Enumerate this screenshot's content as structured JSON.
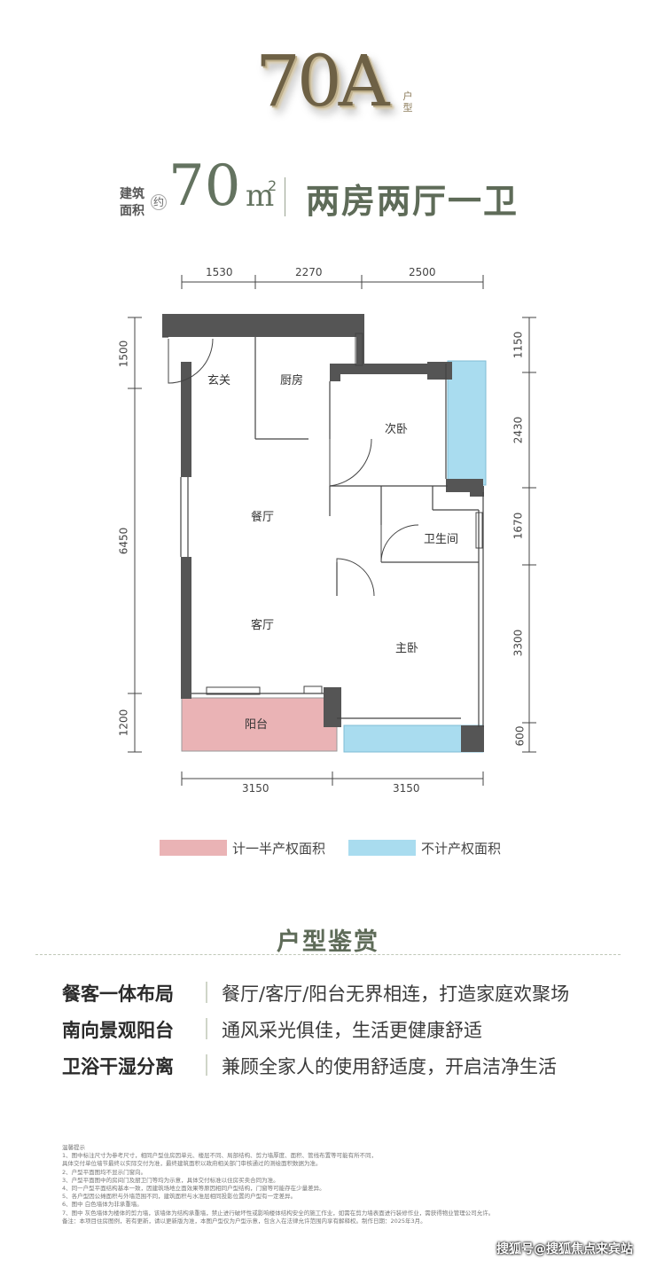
{
  "header": {
    "unit_code": "70A",
    "unit_code_suffix": "户型",
    "area_label": "建筑面积",
    "area_qualifier": "约",
    "area_value": "70",
    "area_unit": "m",
    "area_unit_sup": "2",
    "unit_type": "两房两厅一卫"
  },
  "floorplan": {
    "dims_top": [
      "1530",
      "2270",
      "2500"
    ],
    "dims_bottom": [
      "3150",
      "3150"
    ],
    "dims_left": [
      "1500",
      "6450",
      "1200"
    ],
    "dims_right": [
      "1150",
      "2430",
      "1670",
      "3300",
      "600"
    ],
    "rooms": {
      "entry": "玄关",
      "kitchen": "厨房",
      "second_bedroom": "次卧",
      "dining": "餐厅",
      "bathroom": "卫生间",
      "living": "客厅",
      "master_bedroom": "主卧",
      "balcony": "阳台"
    },
    "colors": {
      "wall": "#555555",
      "half_area": "#eab3b5",
      "excluded_area": "#a9dcef",
      "line": "#444444"
    }
  },
  "legend": {
    "half_area_label": "计一半产权面积",
    "half_area_color": "#eab3b5",
    "excluded_label": "不计产权面积",
    "excluded_color": "#a9dcef"
  },
  "section": {
    "title": "户型鉴赏",
    "features": [
      {
        "title": "餐客一体布局",
        "desc": "餐厅/客厅/阳台无界相连，打造家庭欢聚场"
      },
      {
        "title": "南向景观阳台",
        "desc": "通风采光俱佳，生活更健康舒适"
      },
      {
        "title": "卫浴干湿分离",
        "desc": "兼顾全家人的使用舒适度，开启洁净生活"
      }
    ]
  },
  "notes": {
    "heading": "温馨提示",
    "lines": [
      "1、图中标注尺寸为参考尺寸，相同户型住房因单元、楼层不同、局部结构、剪力墙厚度、面积、管线布置等可能有所不同，",
      "具体交付单位墙节最终以实际交付为准，最终建筑面积以政府相关部门审核通过的测绘面积数据为准。",
      "2、户型平面图均不显示门窗向。",
      "3、户型平面图中的房间门及厨卫门等均为示意，具体交付标准以住房买卖合同为准。",
      "4、同一户型平面结构基本一致，因建筑场地立面效果等原因相同户型结构，门窗等可能存在少量差异。",
      "5、各户型因公摊面积与外墙范围不同，建筑面积与水准层相同投影位置的户型有一定差异。",
      "6、图中 白色墙体为非承重墙。",
      "7、图中 灰色墙体为楼体的剪力墙，该墙体为结构承重墙，禁止进行破坏性或影响楼体结构安全的施工作业，如需在剪力墙表面进行装修作业，需获得物业管理公司允许。",
      "备注：本项目住房图例，若有更新，请以更新版为准，本图户型仅为户型示意，包含入在法律允许范围内享有解释权。制作日期：2025年3月。"
    ]
  },
  "watermark": "搜狐号@搜狐焦点来宾站"
}
